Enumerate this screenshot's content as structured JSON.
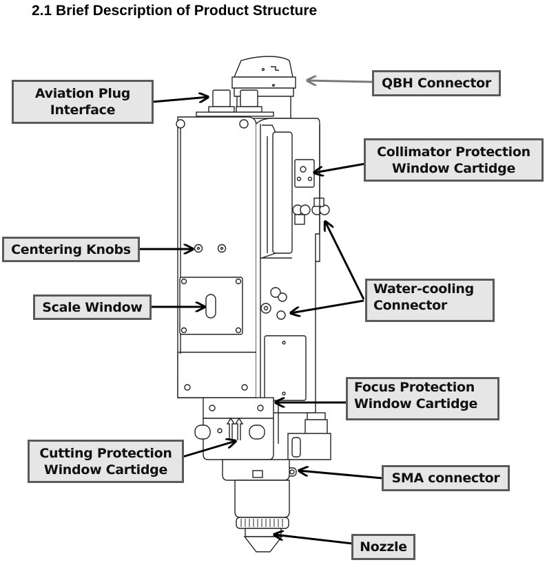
{
  "section_title": "2.1 Brief Description of Product Structure",
  "colors": {
    "label_fill": "#e6e6e6",
    "label_border": "#5a5a5a",
    "arrow": "#000000",
    "qbh_arrow": "#7a7a7a",
    "line_art": "#222222"
  },
  "labels": {
    "aviation_plug": {
      "line1": "Aviation Plug",
      "line2": "Interface"
    },
    "qbh_connector": {
      "line1": "QBH Connector"
    },
    "collimator_protection": {
      "line1": "Collimator Protection",
      "line2": "Window Cartidge"
    },
    "centering_knobs": {
      "line1": "Centering Knobs"
    },
    "scale_window": {
      "line1": "Scale Window"
    },
    "water_cooling": {
      "line1": "Water-cooling",
      "line2": "Connector"
    },
    "focus_protection": {
      "line1": "Focus Protection",
      "line2": "Window Cartidge"
    },
    "cutting_protection": {
      "line1": "Cutting Protection",
      "line2": "Window Cartidge"
    },
    "sma_connector": {
      "line1": "SMA connector"
    },
    "nozzle": {
      "line1": "Nozzle"
    }
  }
}
